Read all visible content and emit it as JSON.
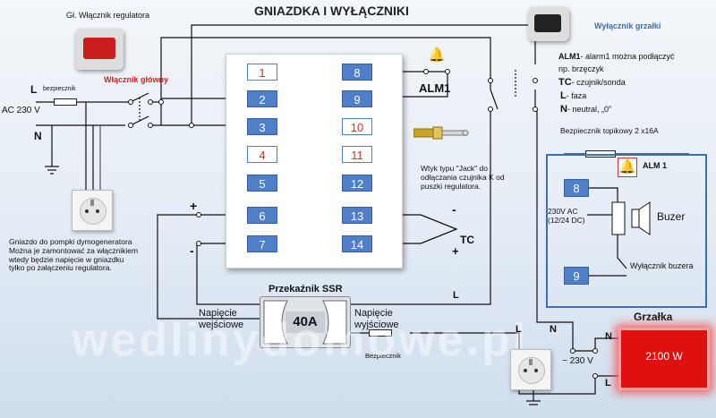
{
  "title": "GNIAZDKA I WYŁĄCZNIKI",
  "labels": {
    "main_switch_caption": "Gł. Włącznik regulatora",
    "main_switch_red": "Włącznik główny",
    "heater_switch_caption": "Wyłącznik grzałki",
    "L_left": "L",
    "fuse_small": "bezpiecznik",
    "ac230": "AC 230 V",
    "N_left": "N",
    "alm1": "ALM1",
    "smoke_socket_text": "Gniazdo do pompki dymogeneratora\nMożna je zamontować za włącznikiem\nwtedy będzie napięcie w gniazdku\ntylko po załączeniu regulatora.",
    "jack_text": "Wtyk typu \"Jack\" do\nodłączania czujnika K od\npuszki regulatora.",
    "plus_left": "+",
    "minus_left": "-",
    "minus_tc": "-",
    "tc": "TC",
    "plus_tc": "+",
    "ssr_title": "Przekaźnik SSR",
    "ssr_value": "40A",
    "voltage_out": "Napięcie\nwejściowe",
    "voltage_in": "Napięcie\nwyjściowe",
    "fuse_bottom": "Bezpiecznik",
    "L_wire": "L",
    "L_socket": "L",
    "N_socket": "N",
    "heater_title": "Grzałka",
    "heater_value": "2100 W",
    "N_heater": "N",
    "L_heater": "L",
    "ac_heater": "~ 230 V",
    "watermark": "wedlinydomowe.pl"
  },
  "legend": {
    "alm1_key": "ALM1",
    "alm1_desc": "- alarm1 można podłączyć",
    "alm1_desc2": "np. brzęczyk",
    "tc_key": "TC",
    "tc_desc": "- czujnik/sonda",
    "l_key": "L",
    "l_desc": "- faza",
    "n_key": "N",
    "n_desc": "- neutral, „0”",
    "fuse_top": "Bezpiecznik topikowy 2 x16A"
  },
  "alm_box": {
    "title": "ALM 1",
    "term8": "8",
    "term9": "9",
    "ac_text": "230V AC\n(12/24 DC)",
    "buzzer": "Buzer",
    "buzzer_switch": "Wyłącznik buzera"
  },
  "terminals_left": [
    "1",
    "2",
    "3",
    "4",
    "5",
    "6",
    "7"
  ],
  "terminals_right": [
    "8",
    "9",
    "10",
    "11",
    "12",
    "13",
    "14"
  ],
  "colors": {
    "terminal_blue": "#4f7fc7",
    "heater_red": "#e0100f",
    "highlight_red": "#d42020",
    "frame_blue": "#3a6fb0"
  }
}
